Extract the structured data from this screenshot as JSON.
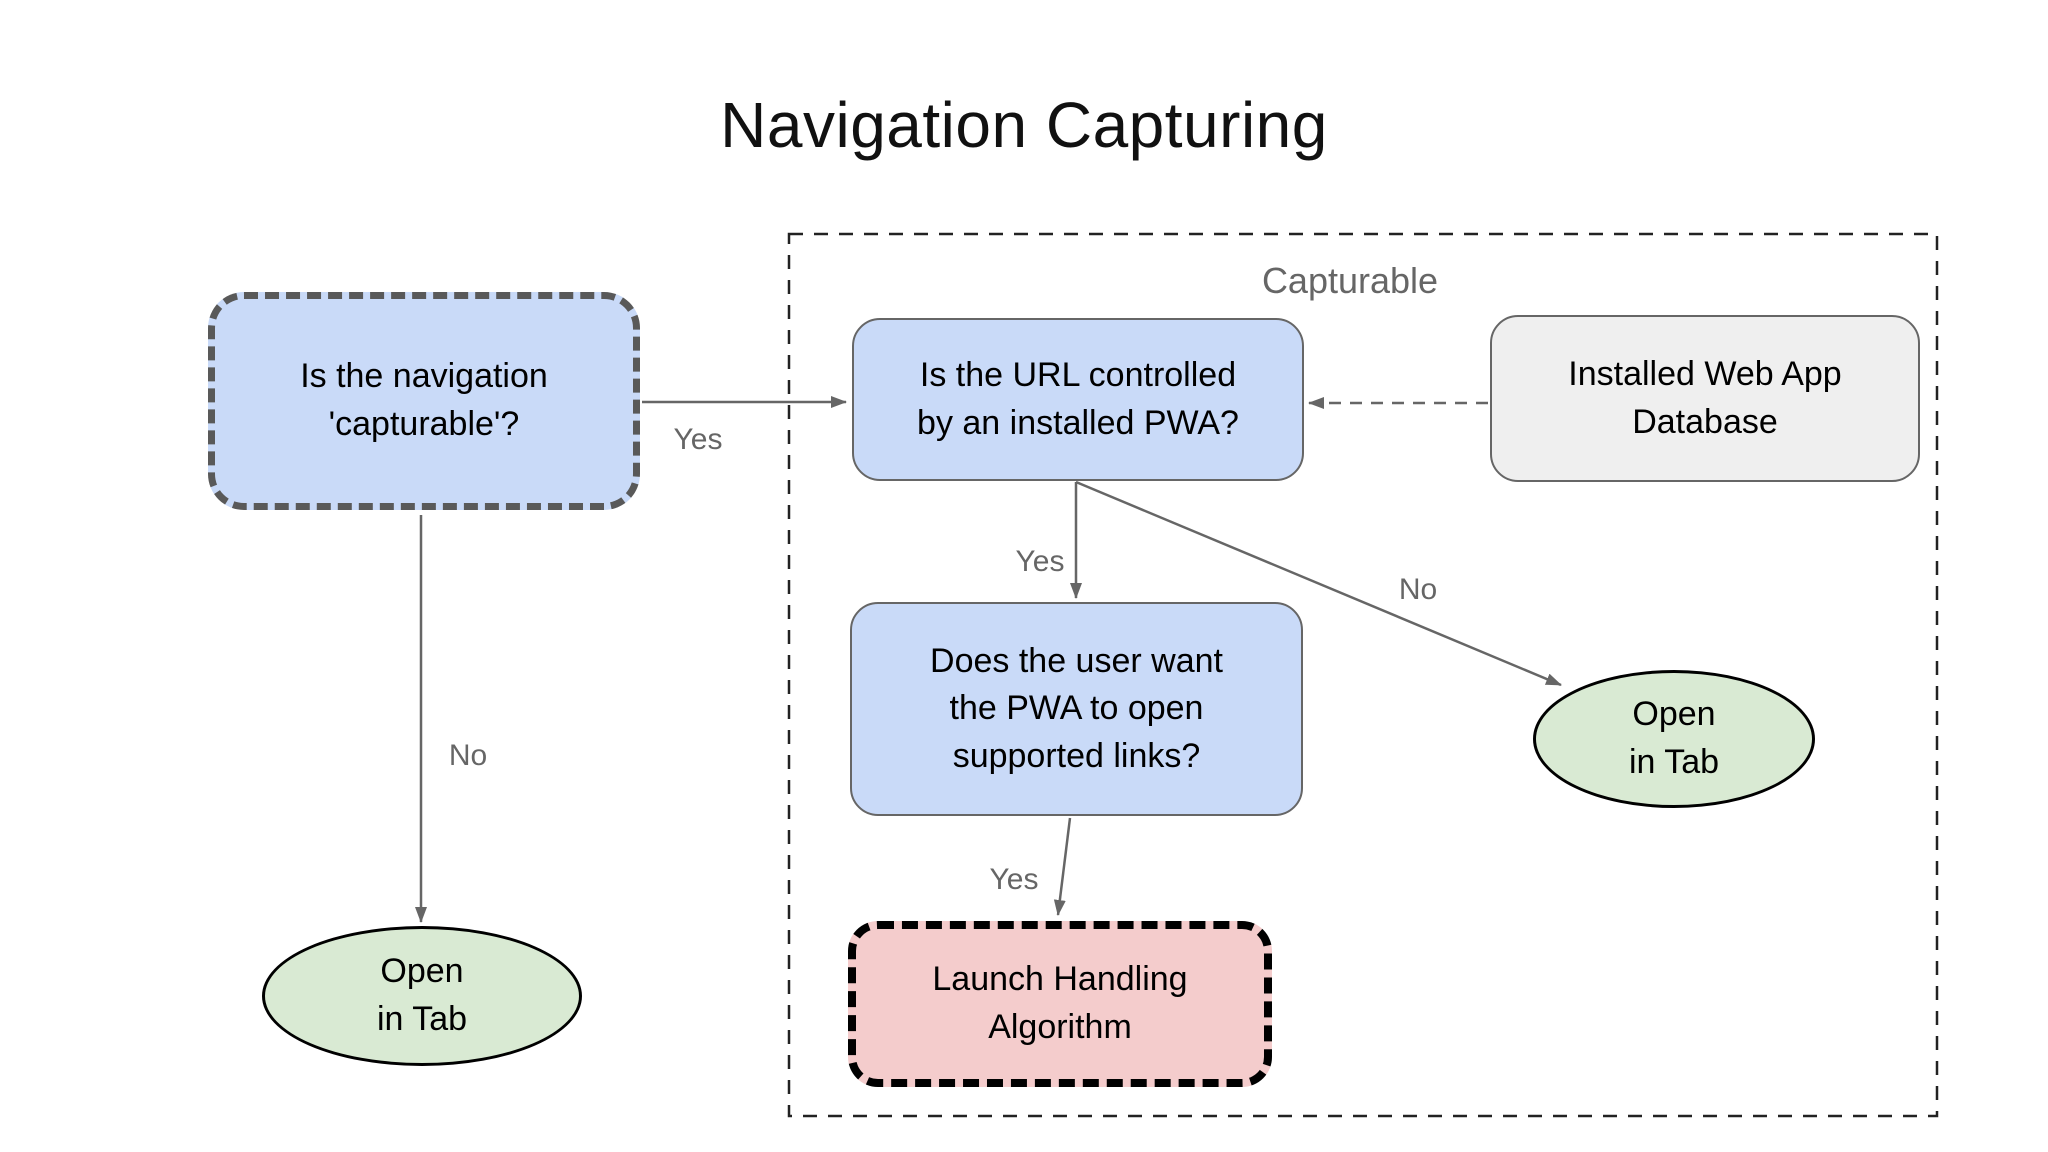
{
  "title": "Navigation Capturing",
  "group": {
    "label": "Capturable"
  },
  "nodes": {
    "nav_capturable": {
      "text": "Is the navigation\n'capturable'?"
    },
    "url_controlled": {
      "text": "Is the URL controlled\nby an installed PWA?"
    },
    "installed_db": {
      "text": "Installed Web App\nDatabase"
    },
    "user_want": {
      "text": "Does the user want\nthe PWA to open\nsupported links?"
    },
    "launch_handling": {
      "text": "Launch Handling\nAlgorithm"
    },
    "open_tab_left": {
      "text": "Open\nin Tab"
    },
    "open_tab_right": {
      "text": "Open\nin Tab"
    }
  },
  "edge_labels": {
    "nav_to_url": "Yes",
    "nav_to_tab": "No",
    "url_to_user": "Yes",
    "url_to_tab": "No",
    "user_to_launch": "Yes"
  },
  "colors": {
    "node_blue": "#c9daf8",
    "node_green": "#d9ead3",
    "node_red": "#f4cccc",
    "node_gray": "#efefef",
    "connector": "#666666",
    "label_text": "#666666",
    "dashed_group_border": "#222222"
  }
}
